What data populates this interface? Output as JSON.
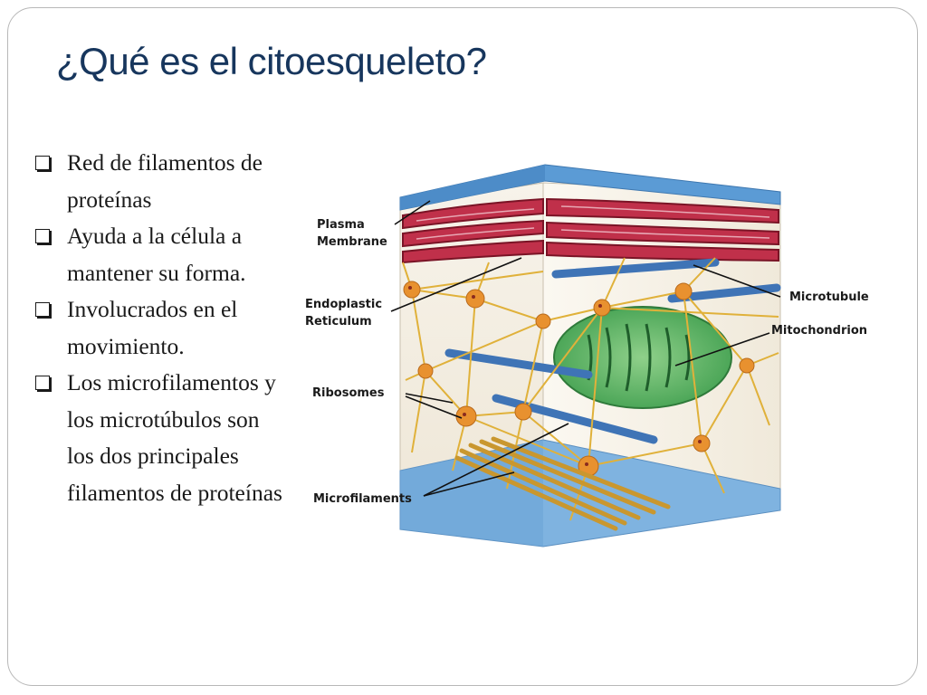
{
  "slide": {
    "title": "¿Qué es el citoesqueleto?",
    "bullets": [
      "Red de filamentos de proteínas",
      "Ayuda a la célula a mantener su forma.",
      "Involucrados en el movimiento.",
      "Los microfilamentos y los microtúbulos son los dos principales filamentos de proteínas"
    ]
  },
  "diagram": {
    "labels": {
      "plasma_1": "Plasma",
      "plasma_2": "Membrane",
      "er_1": "Endoplastic",
      "er_2": "Reticulum",
      "ribosomes": "Ribosomes",
      "microfilaments": "Microfilaments",
      "microtubule": "Microtubule",
      "mitochondrion": "Mitochondrion"
    },
    "colors": {
      "membrane": "#5b9bd5",
      "reticulum": "#c0304a",
      "microtubule": "#3f74b6",
      "mitochondrion": "#3f9e4e",
      "filament": "#e0b13a"
    }
  }
}
